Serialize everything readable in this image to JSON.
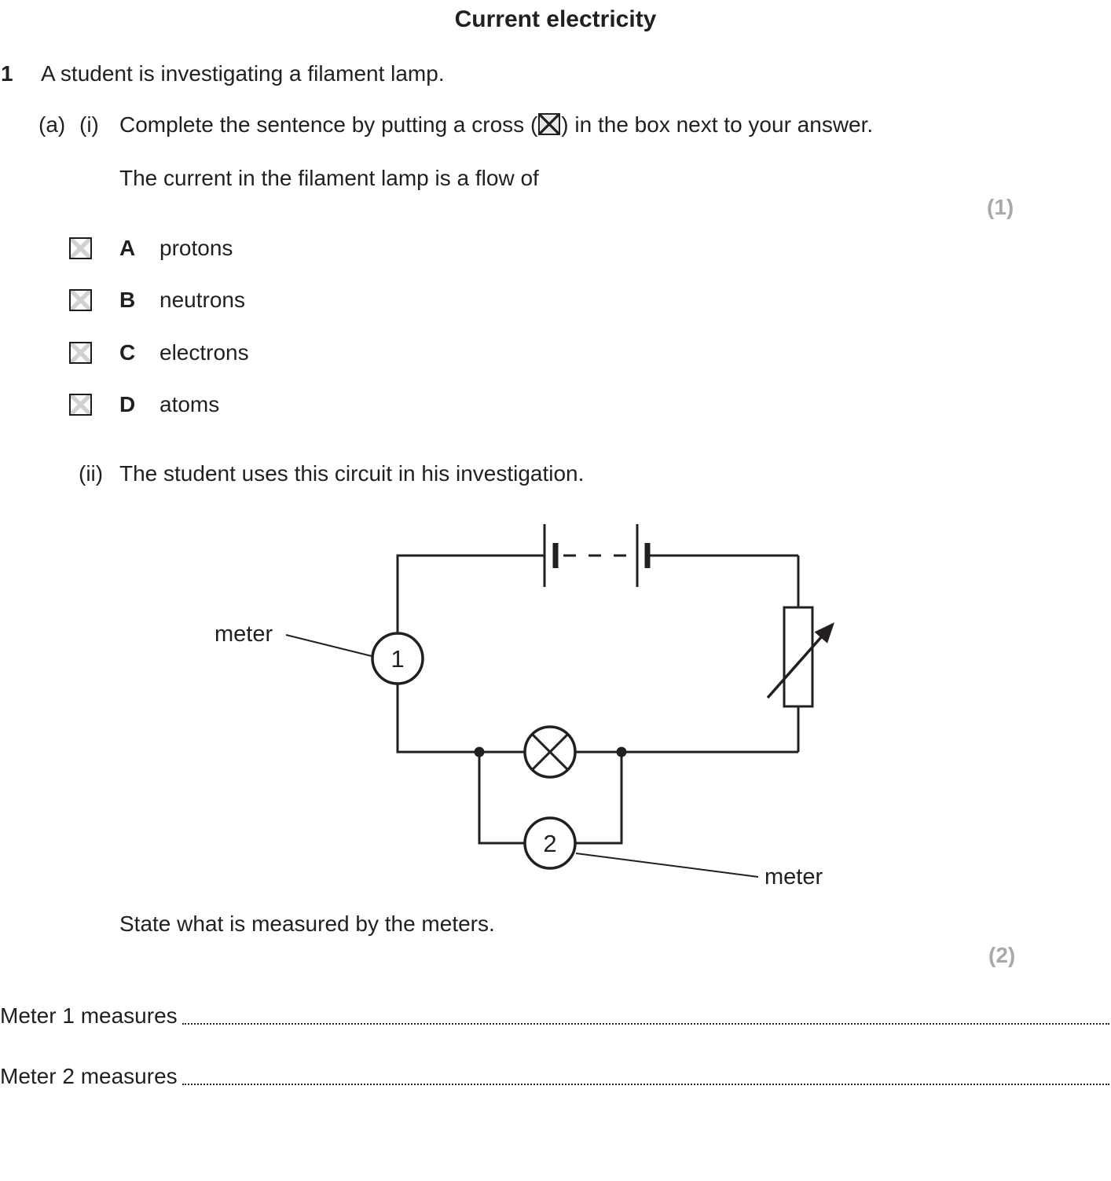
{
  "colors": {
    "text": "#231f20",
    "marks_gray": "#a7a9ac",
    "checkbox_x_gray": "#cfd1d2"
  },
  "title": "Current electricity",
  "q1": {
    "number": "1",
    "text": "A student is investigating a filament lamp."
  },
  "part_a_label": "(a)",
  "part_i": {
    "label": "(i)",
    "instruction_prefix": "Complete the sentence by putting a cross (",
    "instruction_suffix": ") in the box next to your answer.",
    "sentence": "The current in the filament lamp is a flow of",
    "marks": "(1)",
    "options": [
      {
        "letter": "A",
        "text": "protons"
      },
      {
        "letter": "B",
        "text": "neutrons"
      },
      {
        "letter": "C",
        "text": "electrons"
      },
      {
        "letter": "D",
        "text": "atoms"
      }
    ]
  },
  "part_ii": {
    "label": "(ii)",
    "text": "The student uses this circuit in his investigation.",
    "circuit": {
      "meter_label_1": "meter",
      "meter1_number": "1",
      "meter_label_2": "meter",
      "meter2_number": "2"
    },
    "prompt": "State what is measured by the meters.",
    "marks": "(2)"
  },
  "answers": {
    "line1_label": "Meter 1 measures",
    "line2_label": "Meter 2 measures"
  }
}
